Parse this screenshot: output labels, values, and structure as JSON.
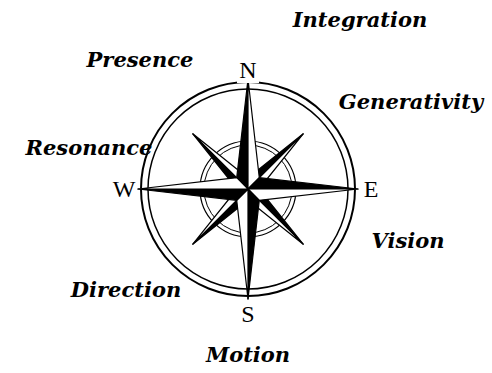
{
  "diagram": {
    "labels": [
      "Integration",
      "Presence",
      "N",
      "Generativity",
      "Resonance",
      "W",
      "E",
      "Vision",
      "Direction",
      "S",
      "Motion"
    ]
  }
}
